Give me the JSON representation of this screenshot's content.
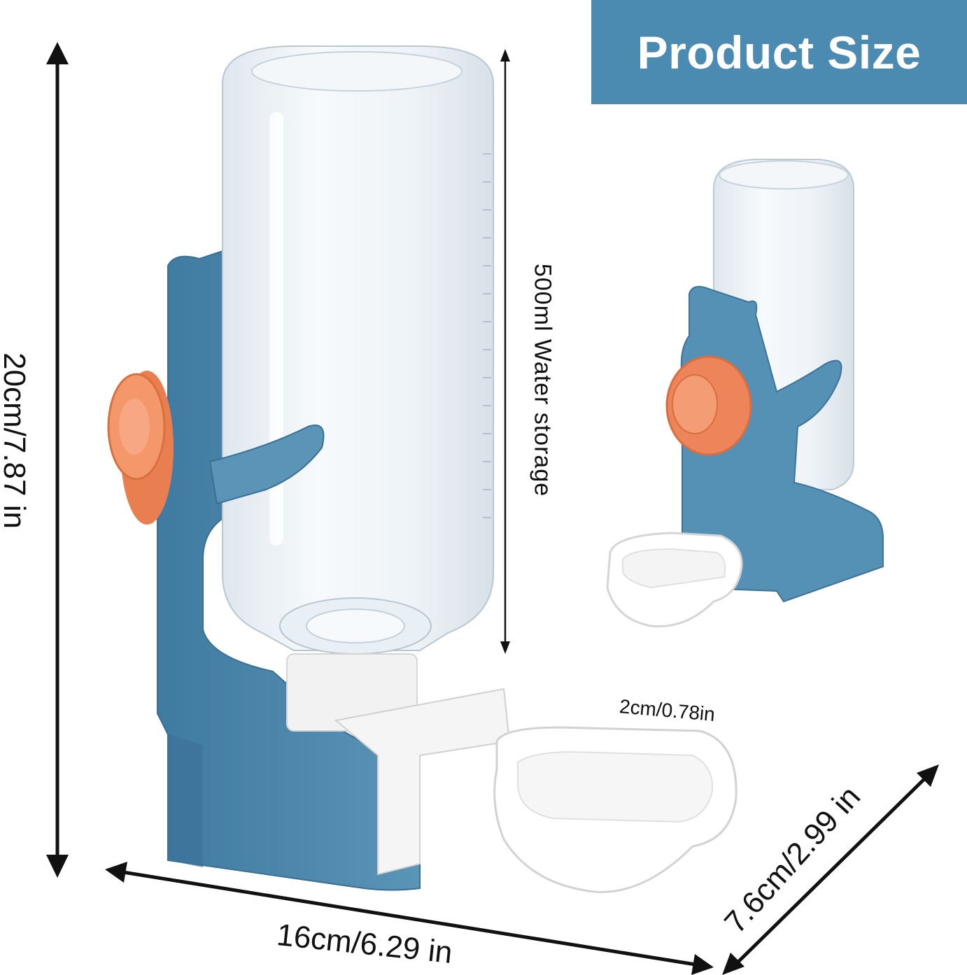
{
  "banner": {
    "title": "Product Size"
  },
  "dimensions": {
    "height": "20cm/7.87 in",
    "capacity": "500ml Water storage",
    "width": "16cm/6.29 in",
    "depth": "7.6cm/2.99 in",
    "bowl_depth": "2cm/0.78in"
  },
  "colors": {
    "banner": "#4b8ab1",
    "holder_blue": "#4f88ac",
    "knob_orange": "#f08a5d",
    "bottle_clear": "#eef4f8",
    "bowl_white": "#ffffff"
  }
}
